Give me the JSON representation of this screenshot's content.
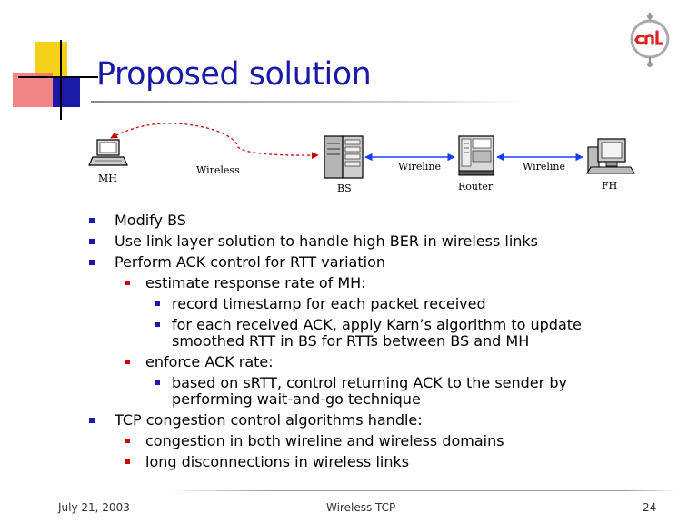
{
  "title": "Proposed solution",
  "diagram": {
    "mh": "MH",
    "wireless": "Wireless",
    "bs": "BS",
    "wireline_1": "Wireline",
    "router": "Router",
    "wireline_2": "Wireline",
    "fh": "FH"
  },
  "bullets": [
    {
      "level": 1,
      "text": "Modify BS"
    },
    {
      "level": 1,
      "text": "Use link layer solution to handle high BER in wireless links"
    },
    {
      "level": 1,
      "text": "Perform ACK control for RTT variation"
    },
    {
      "level": 2,
      "text": "estimate response rate of MH:"
    },
    {
      "level": 3,
      "text": "record timestamp for each packet received"
    },
    {
      "level": 3,
      "text": "for each received ACK, apply Karn’s algorithm to update"
    },
    {
      "level": 3,
      "text": "smoothed RTT in BS for RTTs between BS and MH",
      "cont": true
    },
    {
      "level": 2,
      "text": "enforce ACK rate:"
    },
    {
      "level": 3,
      "text": "based on sRTT, control returning ACK to the sender by"
    },
    {
      "level": 3,
      "text": "performing wait-and-go technique",
      "cont": true
    },
    {
      "level": 1,
      "text": "TCP congestion control algorithms handle:"
    },
    {
      "level": 2,
      "text": "congestion in both wireline and wireless domains"
    },
    {
      "level": 2,
      "text": "long disconnections in wireless links"
    }
  ],
  "footer": {
    "date": "July 21, 2003",
    "center": "Wireless TCP",
    "page": "24"
  },
  "colors": {
    "title": "#1a1aa6",
    "bullet_l1": "#1a1aa6",
    "bullet_l2": "#cc0000",
    "link": "#1a3cff",
    "wireless_link": "#cc0000"
  }
}
